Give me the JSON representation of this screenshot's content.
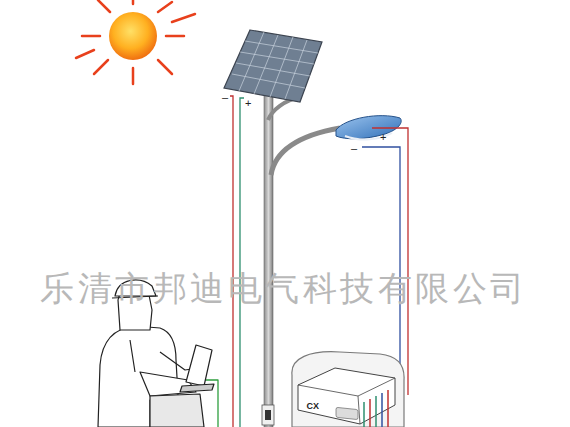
{
  "diagram": {
    "nodes": [
      {
        "text": [
          "CX"
        ]
      }
    ],
    "labels": [
      "–",
      "+",
      "+",
      "–",
      "乐清市邦迪电气科技有限公司"
    ]
  }
}
